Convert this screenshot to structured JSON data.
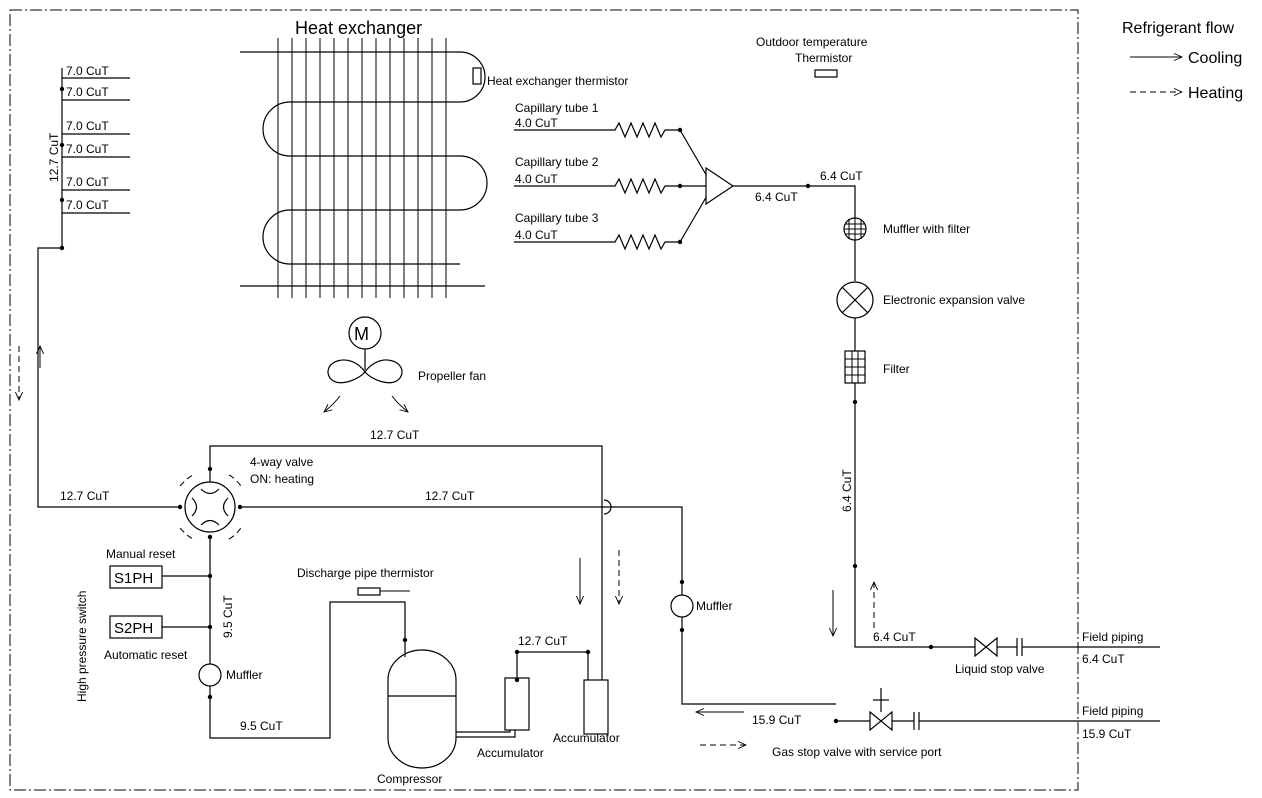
{
  "legend": {
    "title": "Refrigerant flow",
    "cooling": "Cooling",
    "heating": "Heating"
  },
  "components": {
    "heat_exchanger": "Heat exchanger",
    "heat_exchanger_thermistor": "Heat exchanger thermistor",
    "outdoor_temp_1": "Outdoor temperature",
    "outdoor_temp_2": "Thermistor",
    "capillary_1": "Capillary tube 1",
    "capillary_2": "Capillary tube 2",
    "capillary_3": "Capillary tube 3",
    "muffler_with_filter": "Muffler with filter",
    "electronic_expansion_valve": "Electronic expansion valve",
    "filter": "Filter",
    "motor": "M",
    "propeller_fan": "Propeller fan",
    "four_way_valve": "4-way valve",
    "four_way_valve_state": "ON: heating",
    "high_pressure_switch": "High pressure switch",
    "manual_reset": "Manual reset",
    "s1ph": "S1PH",
    "s2ph": "S2PH",
    "automatic_reset": "Automatic reset",
    "muffler_left": "Muffler",
    "muffler_right": "Muffler",
    "discharge_pipe_thermistor": "Discharge pipe thermistor",
    "compressor": "Compressor",
    "accumulator_1": "Accumulator",
    "accumulator_2": "Accumulator",
    "liquid_stop_valve": "Liquid stop valve",
    "gas_stop_valve": "Gas stop valve with service port",
    "field_piping_1": "Field piping",
    "field_piping_2": "Field piping"
  },
  "pipes": {
    "hx_tubes": [
      "7.0 CuT",
      "7.0 CuT",
      "7.0 CuT",
      "7.0 CuT",
      "7.0 CuT",
      "7.0 CuT"
    ],
    "hx_header": "12.7 CuT",
    "cap_1": "4.0 CuT",
    "cap_2": "4.0 CuT",
    "cap_3": "4.0 CuT",
    "dist_out": "6.4 CuT",
    "dist_out_2": "6.4 CuT",
    "liquid_vertical": "6.4 CuT",
    "liquid_bottom": "6.4 CuT",
    "field_liquid": "6.4 CuT",
    "top_loop": "12.7 CuT",
    "left_line": "12.7 CuT",
    "mid_line": "12.7 CuT",
    "discharge_vert": "9.5 CuT",
    "discharge_bottom": "9.5 CuT",
    "accum_link": "12.7 CuT",
    "gas_line": "15.9 CuT",
    "field_gas": "15.9 CuT"
  }
}
